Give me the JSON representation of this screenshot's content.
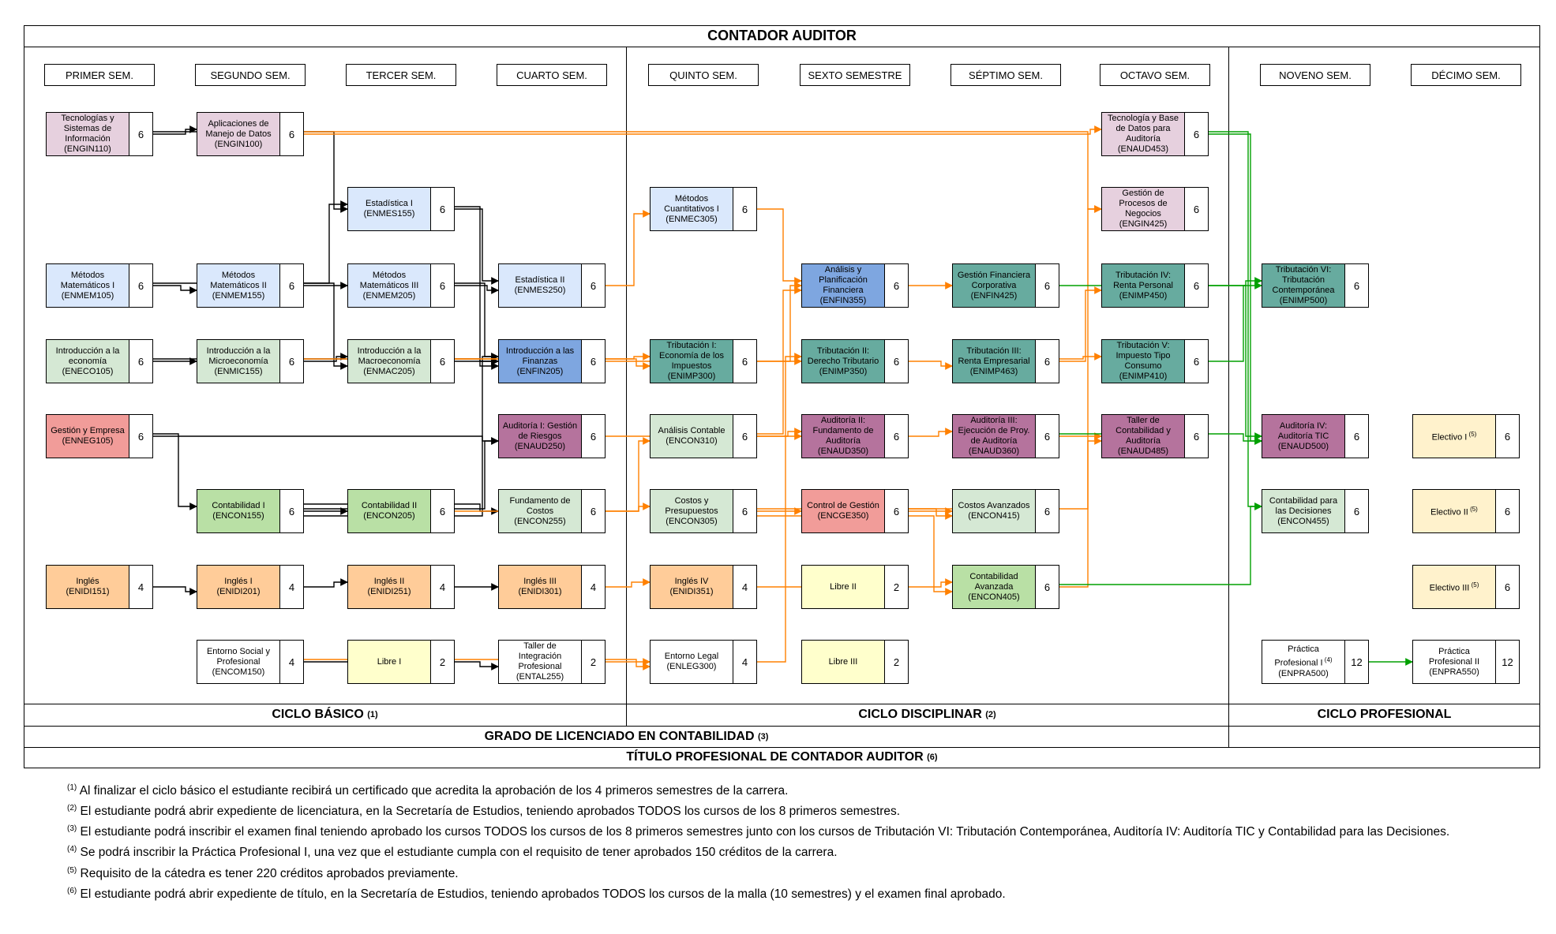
{
  "title": "CONTADOR AUDITOR",
  "semesters": [
    "PRIMER SEM.",
    "SEGUNDO SEM.",
    "TERCER SEM.",
    "CUARTO SEM.",
    "QUINTO SEM.",
    "SEXTO SEMESTRE",
    "SÉPTIMO SEM.",
    "OCTAVO SEM.",
    "NOVENO SEM.",
    "DÉCIMO SEM."
  ],
  "colors": {
    "pink": "#e6d0de",
    "blue": "#dae8fc",
    "green": "#d5e8d4",
    "salmon": "#f19c99",
    "orange": "#ffcc99",
    "white": "#ffffff",
    "yellow": "#ffffcc",
    "lightgreen": "#b9e0a5",
    "mediumblue": "#7ea6e0",
    "teal": "#67ab9f",
    "purple": "#b5739d",
    "red": "#f19c99",
    "cream": "#fff2cc",
    "arrow_black": "#000000",
    "arrow_orange": "#ff8000",
    "arrow_green": "#00a000"
  },
  "courses": [
    {
      "id": "ENGIN110",
      "col": 0,
      "row": 0,
      "text": "Tecnologías y\nSistemas de\nInformación\n(ENGIN110)",
      "credits": "6",
      "color": "pink"
    },
    {
      "id": "ENGIN100",
      "col": 1,
      "row": 0,
      "text": "Aplicaciones de\nManejo de Datos\n(ENGIN100)",
      "credits": "6",
      "color": "pink"
    },
    {
      "id": "ENAUD453",
      "col": 7,
      "row": 0,
      "text": "Tecnología y Base\nde Datos para\nAuditoría\n(ENAUD453)",
      "credits": "6",
      "color": "pink"
    },
    {
      "id": "ENMES155",
      "col": 2,
      "row": 1,
      "text": "Estadística I\n(ENMES155)",
      "credits": "6",
      "color": "blue"
    },
    {
      "id": "ENMEC305",
      "col": 4,
      "row": 1,
      "text": "Métodos\nCuantitativos I\n(ENMEC305)",
      "credits": "6",
      "color": "blue"
    },
    {
      "id": "ENGIN425",
      "col": 7,
      "row": 1,
      "text": "Gestión de\nProcesos de\nNegocios\n(ENGIN425)",
      "credits": "6",
      "color": "pink"
    },
    {
      "id": "ENMEM105",
      "col": 0,
      "row": 2,
      "text": "Métodos\nMatemáticos I\n(ENMEM105)",
      "credits": "6",
      "color": "blue"
    },
    {
      "id": "ENMEM155",
      "col": 1,
      "row": 2,
      "text": "Métodos\nMatemáticos II\n(ENMEM155)",
      "credits": "6",
      "color": "blue"
    },
    {
      "id": "ENMEM205",
      "col": 2,
      "row": 2,
      "text": "Métodos\nMatemáticos III\n(ENMEM205)",
      "credits": "6",
      "color": "blue"
    },
    {
      "id": "ENMES250",
      "col": 3,
      "row": 2,
      "text": "Estadística II\n(ENMES250)",
      "credits": "6",
      "color": "blue"
    },
    {
      "id": "ENFIN355",
      "col": 5,
      "row": 2,
      "text": "Análisis y\nPlanificación\nFinanciera\n(ENFIN355)",
      "credits": "6",
      "color": "mediumblue"
    },
    {
      "id": "ENFIN425",
      "col": 6,
      "row": 2,
      "text": "Gestión Financiera\nCorporativa\n(ENFIN425)",
      "credits": "6",
      "color": "teal"
    },
    {
      "id": "ENIMP450",
      "col": 7,
      "row": 2,
      "text": "Tributación IV:\nRenta Personal\n(ENIMP450)",
      "credits": "6",
      "color": "teal"
    },
    {
      "id": "ENIMP500",
      "col": 8,
      "row": 2,
      "text": "Tributación VI:\nTributación\nContemporánea\n(ENIMP500)",
      "credits": "6",
      "color": "teal"
    },
    {
      "id": "ENECO105",
      "col": 0,
      "row": 3,
      "text": "Introducción a la\neconomía\n(ENECO105)",
      "credits": "6",
      "color": "green"
    },
    {
      "id": "ENMIC155",
      "col": 1,
      "row": 3,
      "text": "Introducción a la\nMicroeconomía\n(ENMIC155)",
      "credits": "6",
      "color": "green"
    },
    {
      "id": "ENMAC205",
      "col": 2,
      "row": 3,
      "text": "Introducción a la\nMacroeconomía\n(ENMAC205)",
      "credits": "6",
      "color": "green"
    },
    {
      "id": "ENFIN205",
      "col": 3,
      "row": 3,
      "text": "Introducción a las\nFinanzas\n(ENFIN205)",
      "credits": "6",
      "color": "mediumblue"
    },
    {
      "id": "ENIMP300",
      "col": 4,
      "row": 3,
      "text": "Tributación I:\nEconomía de los\nImpuestos\n(ENIMP300)",
      "credits": "6",
      "color": "teal"
    },
    {
      "id": "ENIMP350",
      "col": 5,
      "row": 3,
      "text": "Tributación II:\nDerecho Tributario\n(ENIMP350)",
      "credits": "6",
      "color": "teal"
    },
    {
      "id": "ENIMP463",
      "col": 6,
      "row": 3,
      "text": "Tributación III:\nRenta Empresarial\n(ENIMP463)",
      "credits": "6",
      "color": "teal"
    },
    {
      "id": "ENIMP410",
      "col": 7,
      "row": 3,
      "text": "Tributación V:\nImpuesto Tipo\nConsumo\n(ENIMP410)",
      "credits": "6",
      "color": "teal"
    },
    {
      "id": "ENNEG105",
      "col": 0,
      "row": 4,
      "text": "Gestión y Empresa\n(ENNEG105)",
      "credits": "6",
      "color": "salmon"
    },
    {
      "id": "ENAUD250",
      "col": 3,
      "row": 4,
      "text": "Auditoría I: Gestión\nde Riesgos\n(ENAUD250)",
      "credits": "6",
      "color": "purple"
    },
    {
      "id": "ENCON310",
      "col": 4,
      "row": 4,
      "text": "Análisis Contable\n(ENCON310)",
      "credits": "6",
      "color": "green"
    },
    {
      "id": "ENAUD350",
      "col": 5,
      "row": 4,
      "text": "Auditoría II:\nFundamento de\nAuditoría\n(ENAUD350)",
      "credits": "6",
      "color": "purple"
    },
    {
      "id": "ENAUD360",
      "col": 6,
      "row": 4,
      "text": "Auditoría III:\nEjecución de Proy.\nde Auditoría\n(ENAUD360)",
      "credits": "6",
      "color": "purple"
    },
    {
      "id": "ENAUD485",
      "col": 7,
      "row": 4,
      "text": "Taller de\nContabilidad y\nAuditoría\n(ENAUD485)",
      "credits": "6",
      "color": "purple"
    },
    {
      "id": "ENAUD500",
      "col": 8,
      "row": 4,
      "text": "Auditoría IV:\nAuditoría TIC\n(ENAUD500)",
      "credits": "6",
      "color": "purple"
    },
    {
      "id": "EL1",
      "col": 9,
      "row": 4,
      "text": "Electivo I",
      "sup": "(5)",
      "credits": "6",
      "color": "cream"
    },
    {
      "id": "ENCON155",
      "col": 1,
      "row": 5,
      "text": "Contabilidad I\n(ENCON155)",
      "credits": "6",
      "color": "lightgreen"
    },
    {
      "id": "ENCON205",
      "col": 2,
      "row": 5,
      "text": "Contabilidad II\n(ENCON205)",
      "credits": "6",
      "color": "lightgreen"
    },
    {
      "id": "ENCON255",
      "col": 3,
      "row": 5,
      "text": "Fundamento de\nCostos\n(ENCON255)",
      "credits": "6",
      "color": "green"
    },
    {
      "id": "ENCON305",
      "col": 4,
      "row": 5,
      "text": "Costos y\nPresupuestos\n(ENCON305)",
      "credits": "6",
      "color": "green"
    },
    {
      "id": "ENCGE350",
      "col": 5,
      "row": 5,
      "text": "Control de Gestión\n(ENCGE350)",
      "credits": "6",
      "color": "red"
    },
    {
      "id": "ENCON415",
      "col": 6,
      "row": 5,
      "text": "Costos Avanzados\n(ENCON415)",
      "credits": "6",
      "color": "green"
    },
    {
      "id": "ENCON455",
      "col": 8,
      "row": 5,
      "text": "Contabilidad para\nlas Decisiones\n(ENCON455)",
      "credits": "6",
      "color": "green"
    },
    {
      "id": "EL2",
      "col": 9,
      "row": 5,
      "text": "Electivo II",
      "sup": "(5)",
      "credits": "6",
      "color": "cream"
    },
    {
      "id": "ENIDI151",
      "col": 0,
      "row": 6,
      "text": "Inglés\n(ENIDI151)",
      "credits": "4",
      "color": "orange"
    },
    {
      "id": "ENIDI201",
      "col": 1,
      "row": 6,
      "text": "Inglés I\n(ENIDI201)",
      "credits": "4",
      "color": "orange"
    },
    {
      "id": "ENIDI251",
      "col": 2,
      "row": 6,
      "text": "Inglés II\n(ENIDI251)",
      "credits": "4",
      "color": "orange"
    },
    {
      "id": "ENIDI301",
      "col": 3,
      "row": 6,
      "text": "Inglés III\n(ENIDI301)",
      "credits": "4",
      "color": "orange"
    },
    {
      "id": "ENIDI351",
      "col": 4,
      "row": 6,
      "text": "Inglés IV\n(ENIDI351)",
      "credits": "4",
      "color": "orange"
    },
    {
      "id": "LIB2",
      "col": 5,
      "row": 6,
      "text": "Libre II",
      "credits": "2",
      "color": "yellow"
    },
    {
      "id": "ENCON405",
      "col": 6,
      "row": 6,
      "text": "Contabilidad\nAvanzada\n(ENCON405)",
      "credits": "6",
      "color": "lightgreen"
    },
    {
      "id": "EL3",
      "col": 9,
      "row": 6,
      "text": "Electivo III",
      "sup": "(5)",
      "credits": "6",
      "color": "cream"
    },
    {
      "id": "ENCOM150",
      "col": 1,
      "row": 7,
      "text": "Entorno Social y\nProfesional\n(ENCOM150)",
      "credits": "4",
      "color": "white"
    },
    {
      "id": "LIB1",
      "col": 2,
      "row": 7,
      "text": "Libre I",
      "credits": "2",
      "color": "yellow"
    },
    {
      "id": "ENTAL255",
      "col": 3,
      "row": 7,
      "text": "Taller de\nIntegración\nProfesional\n(ENTAL255)",
      "credits": "2",
      "color": "white"
    },
    {
      "id": "ENLEG300",
      "col": 4,
      "row": 7,
      "text": "Entorno Legal\n(ENLEG300)",
      "credits": "4",
      "color": "white"
    },
    {
      "id": "LIB3",
      "col": 5,
      "row": 7,
      "text": "Libre III",
      "credits": "2",
      "color": "yellow"
    },
    {
      "id": "ENPRA500",
      "col": 8,
      "row": 7,
      "text": "Práctica\nProfesional I",
      "sup": "(4)",
      "text2": "(ENPRA500)",
      "credits": "12",
      "color": "white"
    },
    {
      "id": "ENPRA550",
      "col": 9,
      "row": 7,
      "text": "Práctica\nProfesional II\n(ENPRA550)",
      "credits": "12",
      "color": "white"
    }
  ],
  "arrows": [
    {
      "from": "ENGIN110",
      "to": "ENGIN100",
      "color": "black"
    },
    {
      "from": "ENGIN110",
      "to": "ENMES155",
      "color": "black"
    },
    {
      "from": "ENMEM105",
      "to": "ENMEM155",
      "color": "black"
    },
    {
      "from": "ENMEM105",
      "to": "ENMES155",
      "color": "black"
    },
    {
      "from": "ENMEM155",
      "to": "ENMEM205",
      "color": "black"
    },
    {
      "from": "ENMEM155",
      "to": "ENMAC205",
      "color": "black"
    },
    {
      "from": "ENMES155",
      "to": "ENMES250",
      "color": "black"
    },
    {
      "from": "ENMES155",
      "to": "ENFIN205",
      "color": "black"
    },
    {
      "from": "ENMEM205",
      "to": "ENMES250",
      "color": "black"
    },
    {
      "from": "ENMEM205",
      "to": "ENFIN205",
      "color": "black"
    },
    {
      "from": "ENECO105",
      "to": "ENMIC155",
      "color": "black"
    },
    {
      "from": "ENECO105",
      "to": "ENFIN205",
      "color": "black"
    },
    {
      "from": "ENMIC155",
      "to": "ENMAC205",
      "color": "black"
    },
    {
      "from": "ENMAC205",
      "to": "ENFIN205",
      "color": "black"
    },
    {
      "from": "ENNEG105",
      "to": "ENAUD250",
      "color": "black"
    },
    {
      "from": "ENNEG105",
      "to": "ENCON155",
      "color": "black"
    },
    {
      "from": "ENCON155",
      "to": "ENCON205",
      "color": "black"
    },
    {
      "from": "ENCON155",
      "to": "ENAUD250",
      "color": "black"
    },
    {
      "from": "ENCON155",
      "to": "ENFIN205",
      "color": "black"
    },
    {
      "from": "ENCON155",
      "to": "ENCON255",
      "color": "black"
    },
    {
      "from": "ENIDI151",
      "to": "ENIDI201",
      "color": "black"
    },
    {
      "from": "ENIDI201",
      "to": "ENIDI251",
      "color": "black"
    },
    {
      "from": "ENIDI251",
      "to": "ENIDI301",
      "color": "black"
    },
    {
      "from": "ENCOM150",
      "to": "ENTAL255",
      "color": "black"
    },
    {
      "from": "ENGIN100",
      "to": "ENAUD453",
      "color": "orange"
    },
    {
      "from": "ENGIN100",
      "to": "ENGIN425",
      "color": "orange"
    },
    {
      "from": "ENMES250",
      "to": "ENMEC305",
      "color": "orange"
    },
    {
      "from": "ENMEC305",
      "to": "ENFIN355",
      "color": "orange"
    },
    {
      "from": "ENFIN205",
      "to": "ENFIN355",
      "color": "orange"
    },
    {
      "from": "ENMIC155",
      "to": "ENIMP300",
      "color": "orange"
    },
    {
      "from": "ENMAC205",
      "to": "ENIMP300",
      "color": "orange"
    },
    {
      "from": "ENIMP300",
      "to": "ENIMP350",
      "color": "orange"
    },
    {
      "from": "ENCON205",
      "to": "ENCON310",
      "color": "orange"
    },
    {
      "from": "ENAUD250",
      "to": "ENAUD350",
      "color": "orange"
    },
    {
      "from": "ENCON310",
      "to": "ENAUD350",
      "color": "orange"
    },
    {
      "from": "ENCON310",
      "to": "ENFIN355",
      "color": "orange"
    },
    {
      "from": "ENCON255",
      "to": "ENCON305",
      "color": "orange"
    },
    {
      "from": "ENCON305",
      "to": "ENCGE350",
      "color": "orange"
    },
    {
      "from": "ENCON305",
      "to": "ENCON415",
      "color": "orange"
    },
    {
      "from": "ENIDI301",
      "to": "ENIDI351",
      "color": "orange"
    },
    {
      "from": "ENTAL255",
      "to": "ENLEG300",
      "color": "orange"
    },
    {
      "from": "ENCOM150",
      "to": "ENLEG300",
      "color": "orange"
    },
    {
      "from": "ENLEG300",
      "to": "ENIMP350",
      "color": "orange"
    },
    {
      "from": "ENFIN355",
      "to": "ENFIN425",
      "color": "orange"
    },
    {
      "from": "ENIMP350",
      "to": "ENIMP463",
      "color": "orange"
    },
    {
      "from": "ENAUD350",
      "to": "ENAUD360",
      "color": "orange"
    },
    {
      "from": "ENCGE350",
      "to": "ENCON415",
      "color": "orange"
    },
    {
      "from": "ENCON305",
      "to": "ENCON405",
      "color": "orange"
    },
    {
      "from": "ENIDI351",
      "to": "ENCON405",
      "color": "orange"
    },
    {
      "from": "ENCGE350",
      "to": "ENGIN425",
      "color": "orange"
    },
    {
      "from": "ENIMP463",
      "to": "ENIMP450",
      "color": "orange"
    },
    {
      "from": "ENIMP463",
      "to": "ENIMP410",
      "color": "orange"
    },
    {
      "from": "ENAUD360",
      "to": "ENAUD485",
      "color": "orange"
    },
    {
      "from": "ENCON405",
      "to": "ENAUD485",
      "color": "orange"
    },
    {
      "from": "ENIMP450",
      "to": "ENIMP500",
      "color": "green"
    },
    {
      "from": "ENIMP410",
      "to": "ENIMP500",
      "color": "green"
    },
    {
      "from": "ENAUD453",
      "to": "ENAUD500",
      "color": "green"
    },
    {
      "from": "ENAUD453",
      "to": "ENCON455",
      "color": "green"
    },
    {
      "from": "ENFIN425",
      "to": "ENAUD500",
      "color": "green"
    },
    {
      "from": "ENAUD360",
      "to": "ENAUD500",
      "color": "green"
    },
    {
      "from": "ENCON405",
      "to": "ENCON455",
      "color": "green"
    },
    {
      "from": "ENPRA500",
      "to": "ENPRA550",
      "color": "green"
    }
  ],
  "cycles": {
    "basico": {
      "label": "CICLO BÁSICO",
      "sup": "(1)"
    },
    "disciplinar": {
      "label": "CICLO DISCIPLINAR",
      "sup": "(2)"
    },
    "profesional": {
      "label": "CICLO PROFESIONAL"
    },
    "grado": {
      "label": "GRADO DE LICENCIADO EN CONTABILIDAD",
      "sup": "(3)"
    },
    "titulo": {
      "label": "TÍTULO PROFESIONAL DE CONTADOR AUDITOR",
      "sup": "(6)"
    }
  },
  "notes": [
    {
      "sup": "(1)",
      "text": "Al finalizar el ciclo básico el estudiante recibirá un certificado que acredita la aprobación de los 4 primeros semestres de la carrera."
    },
    {
      "sup": "(2)",
      "text": "El estudiante podrá abrir expediente de licenciatura, en la Secretaría de Estudios, teniendo aprobados TODOS los cursos de los 8 primeros semestres."
    },
    {
      "sup": "(3)",
      "text": "El estudiante podrá inscribir el examen final teniendo aprobado los cursos TODOS los cursos de los 8 primeros semestres junto con los cursos de Tributación VI: Tributación Contemporánea, Auditoría IV: Auditoría TIC y Contabilidad para las Decisiones."
    },
    {
      "sup": "(4)",
      "text": "Se podrá inscribir la Práctica Profesional I, una vez que el estudiante cumpla con el requisito de tener aprobados 150 créditos de la carrera."
    },
    {
      "sup": "(5)",
      "text": "Requisito de la cátedra es tener 220 créditos aprobados previamente."
    },
    {
      "sup": "(6)",
      "text": "El estudiante podrá abrir expediente de título, en la Secretaría de Estudios, teniendo aprobados TODOS los cursos de la malla (10 semestres) y el examen final aprobado."
    }
  ]
}
